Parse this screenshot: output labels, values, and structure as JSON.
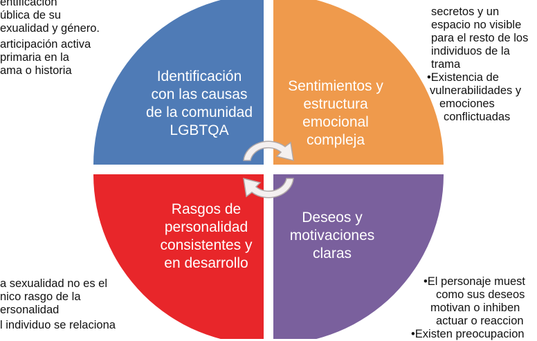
{
  "quadrants": {
    "top_left": {
      "label": "Identificación con las causas de la comunidad LGBTQA",
      "color": "#4f7bb6"
    },
    "top_right": {
      "label": "Sentimientos y estructura emocional compleja",
      "color": "#ef9a4c"
    },
    "bottom_left": {
      "label": "Rasgos de personalidad consistentes y en desarrollo",
      "color": "#e8262a"
    },
    "bottom_right": {
      "label": "Deseos y motivaciones claras",
      "color": "#7a609d"
    }
  },
  "notes": {
    "top_left": [
      "entificación",
      "ública de su",
      "exualidad y género.",
      "articipación activa",
      "primaria en la",
      "ama o historia"
    ],
    "top_right": [
      "secretos y un",
      "espacio no visible",
      "para el resto de los",
      "individuos de la",
      "trama",
      "•Existencia de",
      "vulnerabilidades y",
      "emociones",
      "conflictuadas"
    ],
    "bottom_left": [
      "a sexualidad no es el",
      "nico rasgo de la",
      "ersonalidad",
      "l individuo se relaciona"
    ],
    "bottom_right": [
      "•El personaje muest",
      "como sus deseos",
      "motivan o inhiben",
      "actuar o reaccion",
      "•Existen preocupacion"
    ]
  }
}
